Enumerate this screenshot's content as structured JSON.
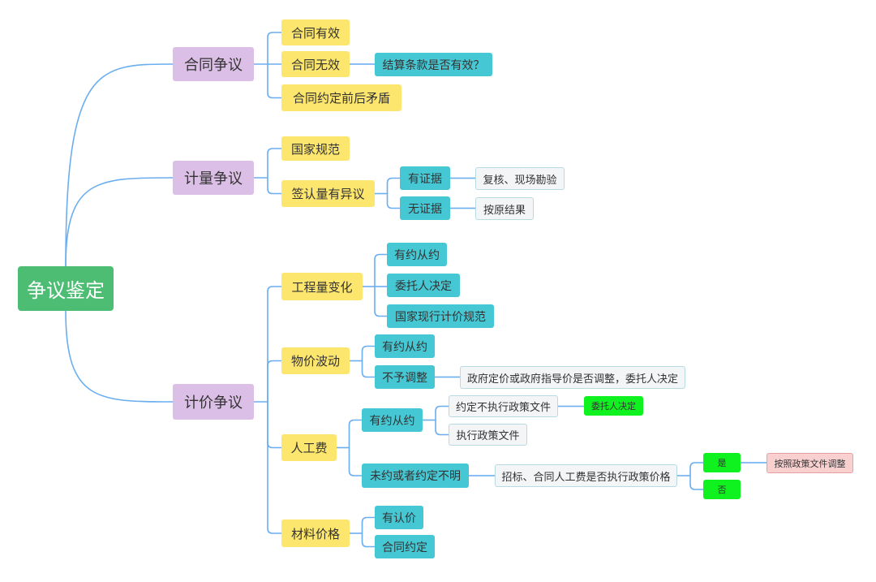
{
  "colors": {
    "root": "#4dbd74",
    "branch": "#dcbfe6",
    "topic": "#fde66e",
    "sub": "#45c8d4",
    "leaf": "#f3f5f7",
    "leaf_border": "#b7dbe3",
    "green": "#10f21f",
    "pink": "#f9d0d0",
    "line": "#6aaef0"
  },
  "nodes": {
    "root": "争议鉴定",
    "b1": "合同争议",
    "b1_c1": "合同有效",
    "b1_c2": "合同无效",
    "b1_c2_1": "结算条款是否有效？",
    "b1_c3": "合同约定前后矛盾",
    "b2": "计量争议",
    "b2_c1": "国家规范",
    "b2_c2": "签认量有异议",
    "b2_c2_1": "有证据",
    "b2_c2_1_1": "复核、现场勘验",
    "b2_c2_2": "无证据",
    "b2_c2_2_1": "按原结果",
    "b3": "计价争议",
    "b3_c1": "工程量变化",
    "b3_c1_1": "有约从约",
    "b3_c1_2": "委托人决定",
    "b3_c1_3": "国家现行计价规范",
    "b3_c2": "物价波动",
    "b3_c2_1": "有约从约",
    "b3_c2_2": "不予调整",
    "b3_c2_2_1": "政府定价或政府指导价是否调整，委托人决定",
    "b3_c3": "人工费",
    "b3_c3_1": "有约从约",
    "b3_c3_1_1": "约定不执行政策文件",
    "b3_c3_1_1_1": "委托人决定",
    "b3_c3_1_2": "执行政策文件",
    "b3_c3_2": "未约或者约定不明",
    "b3_c3_2_1": "招标、合同人工费是否执行政策价格",
    "b3_c3_2_1_1": "是",
    "b3_c3_2_1_1_1": "按照政策文件调整",
    "b3_c3_2_1_2": "否",
    "b3_c4": "材料价格",
    "b3_c4_1": "有认价",
    "b3_c4_2": "合同约定"
  }
}
